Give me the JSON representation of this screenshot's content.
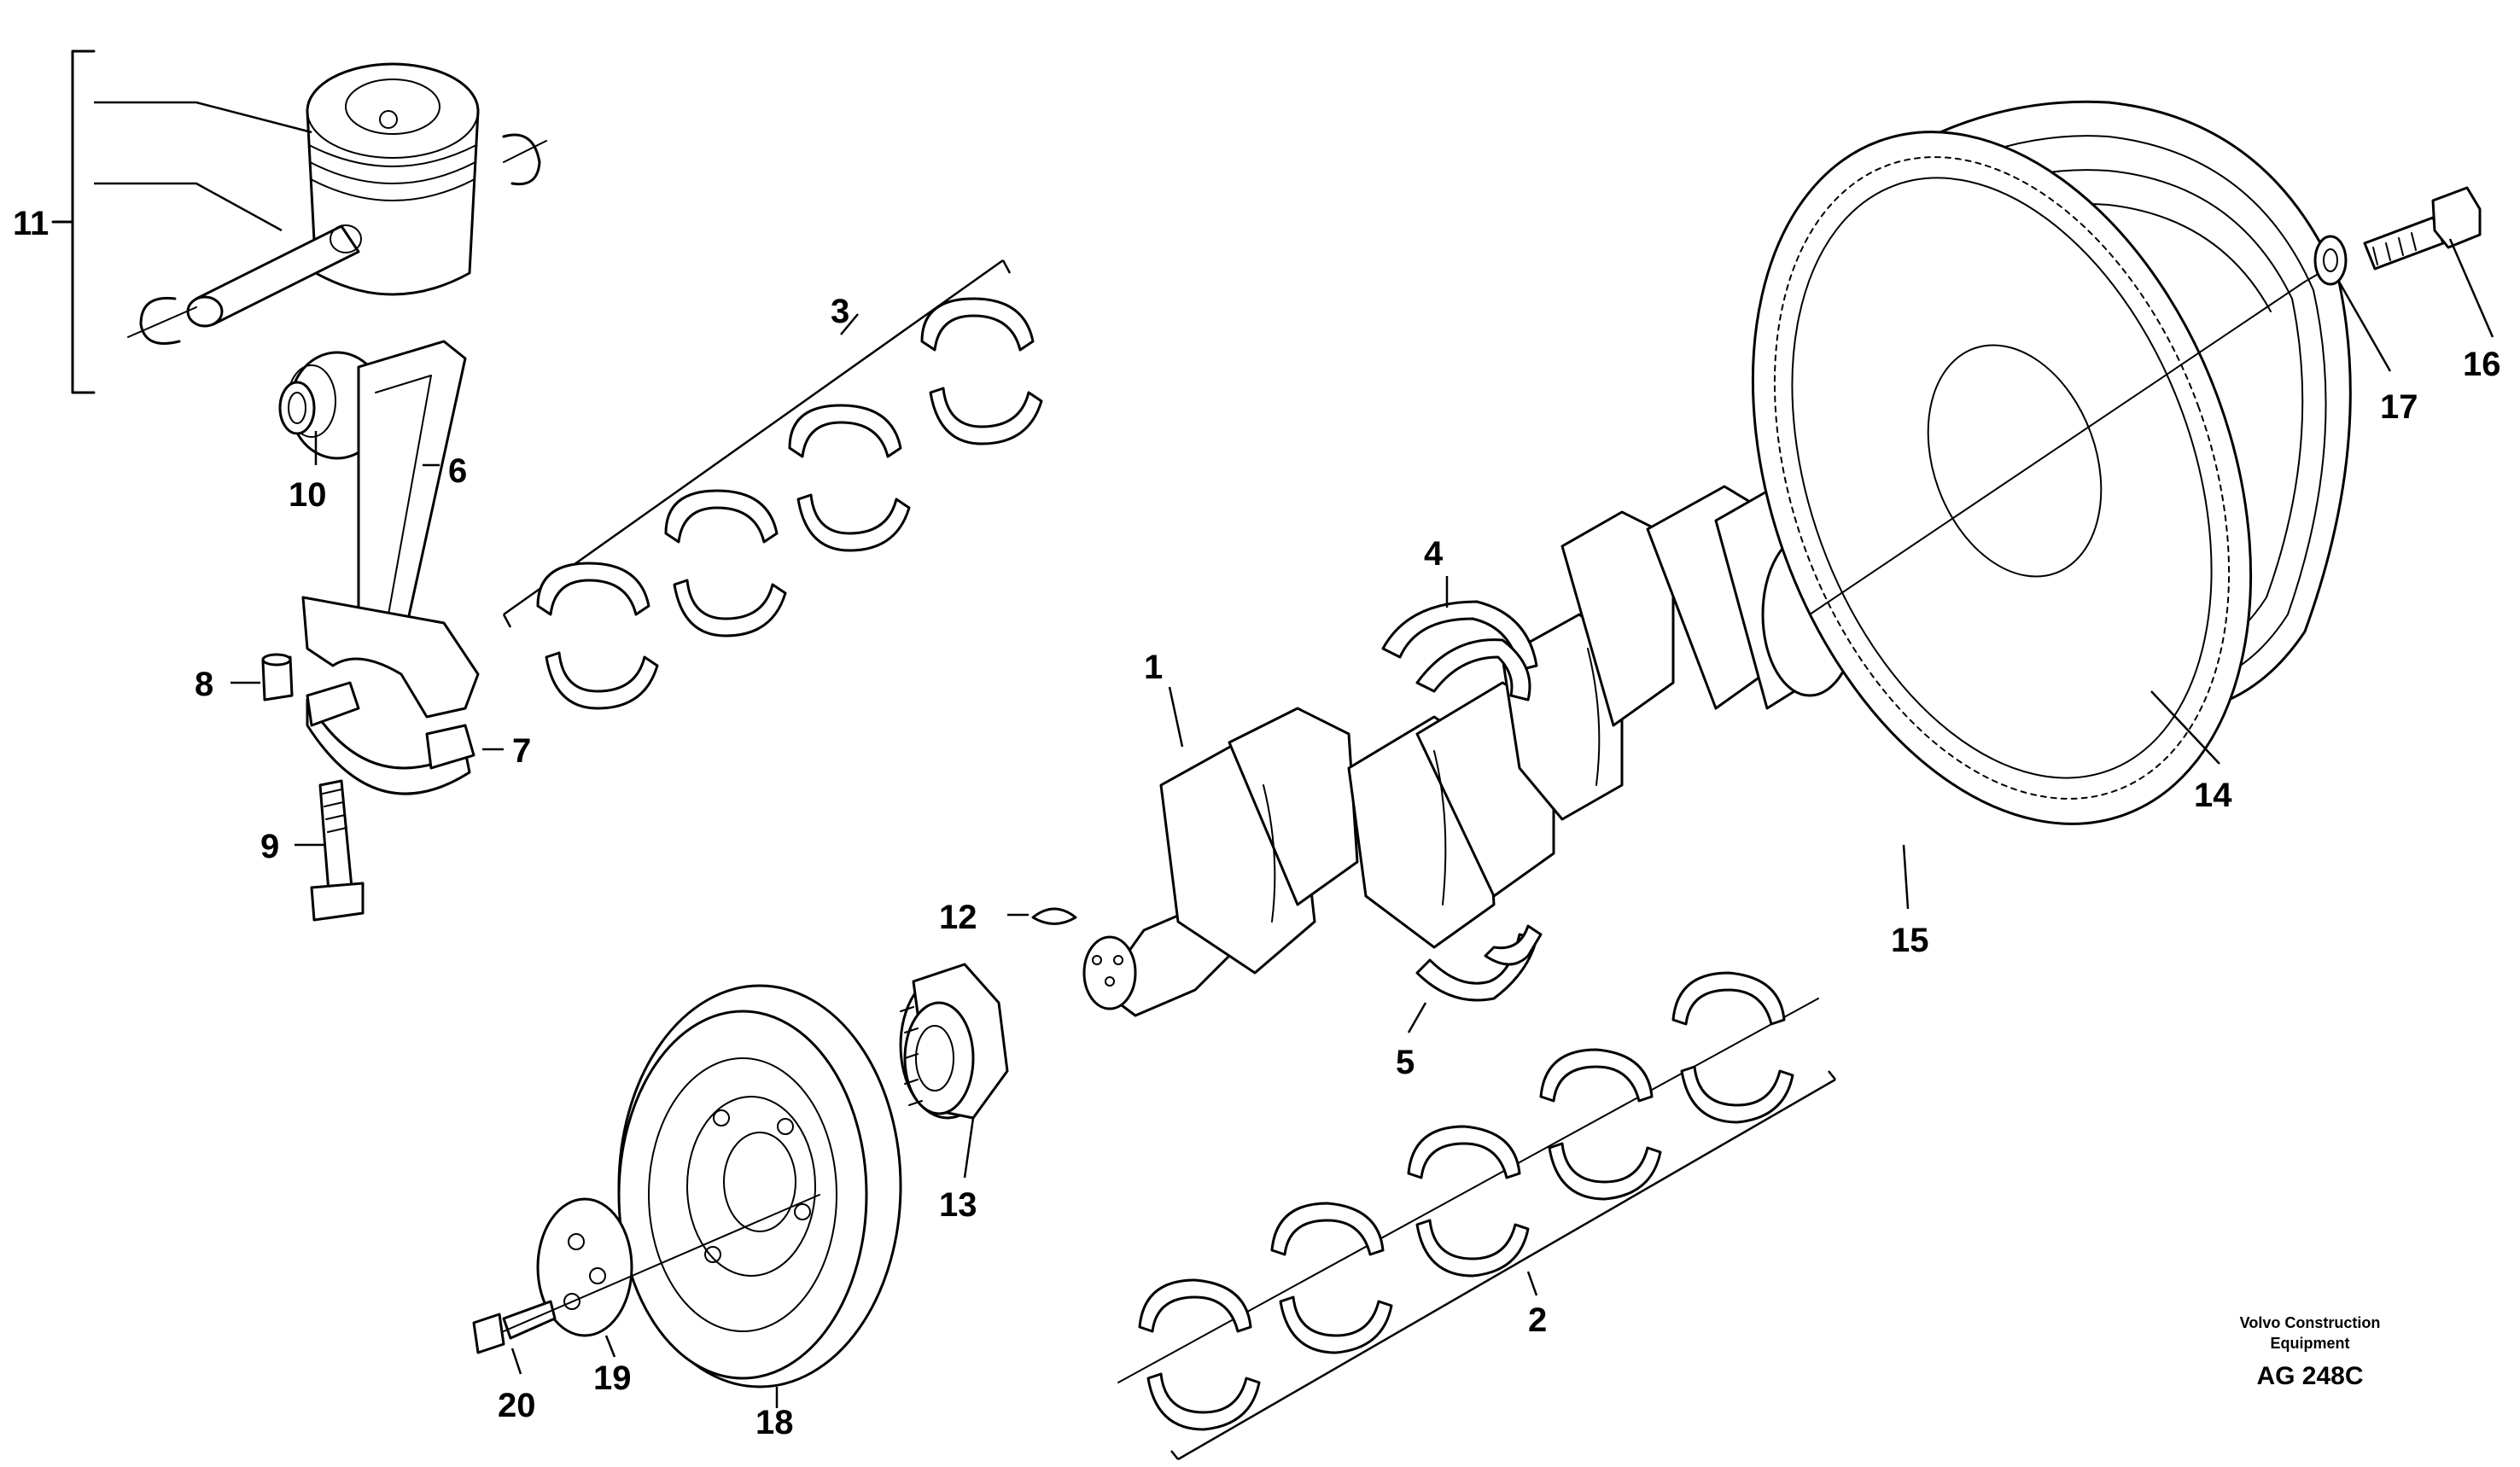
{
  "callouts": {
    "c1": "1",
    "c2": "2",
    "c3": "3",
    "c4": "4",
    "c5": "5",
    "c6": "6",
    "c7": "7",
    "c8": "8",
    "c9": "9",
    "c10": "10",
    "c11": "11",
    "c12": "12",
    "c13": "13",
    "c14": "14",
    "c15": "15",
    "c16": "16",
    "c17": "17",
    "c18": "18",
    "c19": "19",
    "c20": "20"
  },
  "caption": {
    "brand_line1": "Volvo Construction",
    "brand_line2": "Equipment",
    "code": "AG 248C"
  }
}
